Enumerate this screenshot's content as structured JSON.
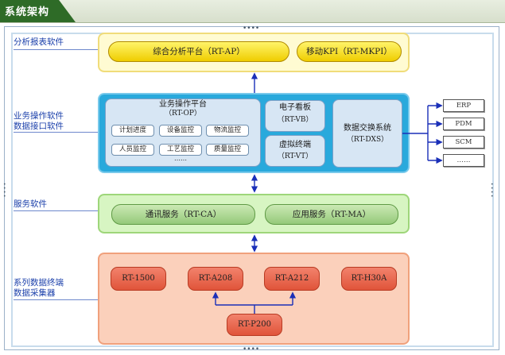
{
  "header": {
    "title": "系统架构"
  },
  "layers": {
    "analysis": {
      "label": "分析报表软件",
      "items": [
        "综合分析平台（RT-AP）",
        "移动KPI（RT-MKPI）"
      ]
    },
    "ops": {
      "label_line1": "业务操作软件",
      "label_line2": "数据接口软件",
      "platform_title": "业务操作平台",
      "platform_code": "（RT-OP）",
      "modules": [
        "计划进度",
        "设备监控",
        "物流监控",
        "人员监控",
        "工艺监控",
        "质量监控"
      ],
      "more": "……",
      "board_title": "电子看板",
      "board_code": "（RT-VB）",
      "terminal_title": "虚拟终端",
      "terminal_code": "（RT-VT）",
      "exchange_title": "数据交换系统",
      "exchange_code": "（RT-DXS）"
    },
    "service": {
      "label": "服务软件",
      "items": [
        "通讯服务（RT-CA）",
        "应用服务（RT-MA）"
      ]
    },
    "collector": {
      "label_line1": "系列数据终端",
      "label_line2": "数据采集器",
      "devices": [
        "RT-1500",
        "RT-A208",
        "RT-A212",
        "RT-H30A"
      ],
      "hub": "RT-P200"
    }
  },
  "external_systems": [
    "ERP",
    "PDM",
    "SCM",
    "……"
  ],
  "handles": {
    "dots": "••••"
  },
  "colors": {
    "header_tab": "#2e6b27",
    "analysis_bg": "#fffbd2",
    "ops_bg": "#29a9dc",
    "service_bg": "#d7f5c2",
    "collector_bg": "#fbd0bb",
    "sidebar_text": "#1a3faa",
    "connector": "#1a2fb8"
  }
}
